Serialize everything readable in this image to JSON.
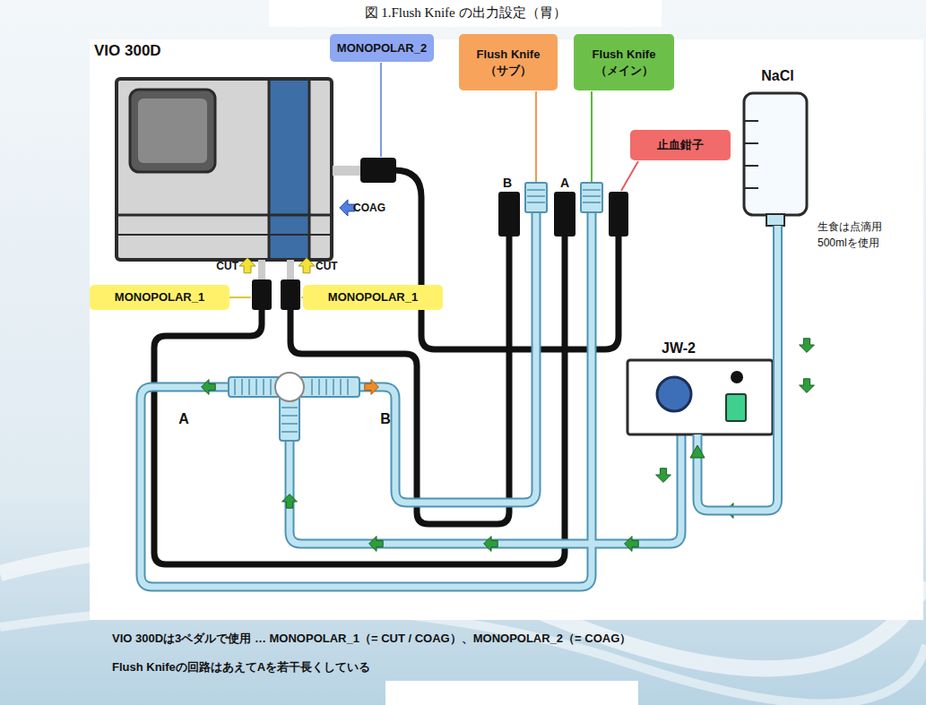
{
  "diagram": {
    "title": "図 1.Flush Knife の出力設定（胃）",
    "nodes": [
      {
        "text": [
          "VIO 300D"
        ]
      },
      {
        "text": [
          "MONOPOLAR_2"
        ]
      },
      {
        "text": [
          "Flush Knife （サブ）"
        ]
      },
      {
        "text": [
          "Flush Knife （メイン）"
        ]
      },
      {
        "text": [
          "止血鉗子"
        ]
      },
      {
        "text": [
          "NaCl"
        ]
      },
      {
        "text": [
          "MONOPOLAR_1"
        ]
      },
      {
        "text": [
          "MONOPOLAR_1"
        ]
      },
      {
        "text": [
          "JW-2"
        ]
      }
    ],
    "edges": [
      {
        "from": 5,
        "to": 8,
        "arrow": "to"
      }
    ],
    "labels": [
      "COAG",
      "CUT",
      "CUT",
      "B",
      "A",
      "A",
      "B",
      "生食は点滴用 500mlを使用",
      "VIO 300Dは3ペダルで使用 … MONOPOLAR_1（= CUT / COAG）、MONOPOLAR_2（= COAG）",
      "Flush Knifeの回路はあえてAを若干長くしている"
    ]
  }
}
